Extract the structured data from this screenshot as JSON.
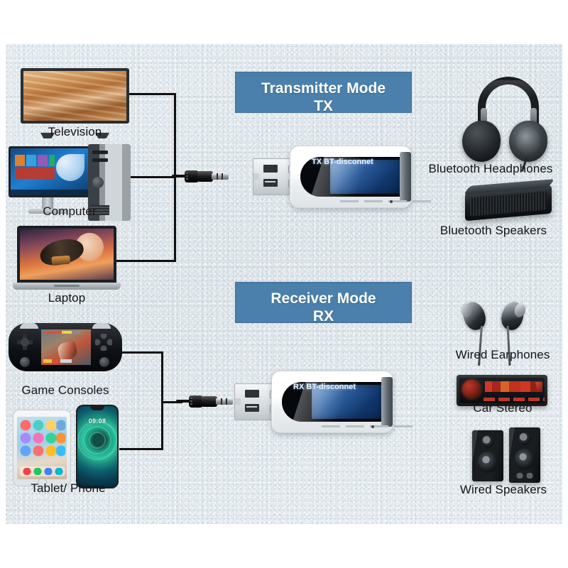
{
  "diagram": {
    "title": "Bluetooth Transmitter Receiver Adapter Compatibility Diagram",
    "background_color": "#dfe6ea",
    "accent_color": "#4a80ab",
    "line_color": "#111111"
  },
  "banners": [
    {
      "name": "transmitter",
      "line1": "Transmitter Mode",
      "line2": "TX"
    },
    {
      "name": "receiver",
      "line1": "Receiver Mode",
      "line2": "RX"
    }
  ],
  "tx": {
    "sources": [
      {
        "label": "Television",
        "icon": "television-icon"
      },
      {
        "label": "Computer",
        "icon": "desktop-computer-icon"
      },
      {
        "label": "Laptop",
        "icon": "laptop-icon"
      }
    ],
    "device": {
      "name": "usb-bluetooth-adapter-tx",
      "screen_text": "TX BT-disconnet",
      "connector": "3.5mm-audio-jack"
    },
    "outputs": [
      {
        "label": "Bluetooth Headphones",
        "icon": "headphones-icon"
      },
      {
        "label": "Bluetooth Speakers",
        "icon": "bluetooth-speaker-icon"
      }
    ]
  },
  "rx": {
    "sources": [
      {
        "label": "Game Consoles",
        "icon": "handheld-console-icon"
      },
      {
        "label": "Tablet/ Phone",
        "icon": "tablet-phone-icon"
      }
    ],
    "device": {
      "name": "usb-bluetooth-adapter-rx",
      "screen_text": "RX BT-disconnet",
      "connector": "3.5mm-audio-jack"
    },
    "outputs": [
      {
        "label": "Wired Earphones",
        "icon": "earphones-icon"
      },
      {
        "label": "Car Stereo",
        "icon": "car-stereo-icon"
      },
      {
        "label": "Wired Speakers",
        "icon": "bookshelf-speakers-icon"
      }
    ]
  },
  "screens": {
    "phone_clock": "09:08"
  }
}
